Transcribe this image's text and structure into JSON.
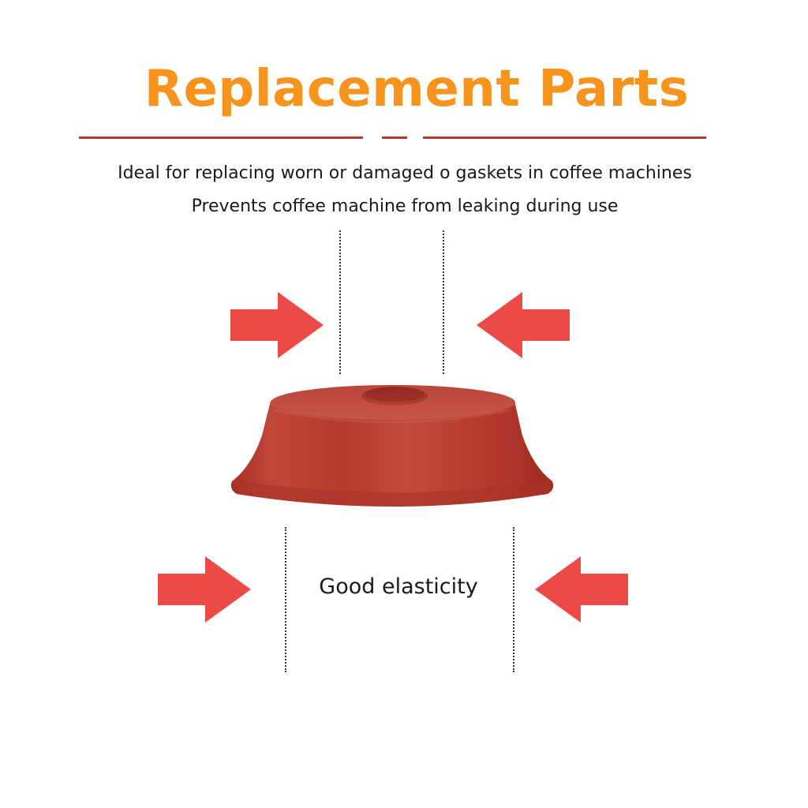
{
  "header": {
    "title": "Replacement Parts"
  },
  "description": {
    "line1": "Ideal for replacing worn or damaged o gaskets in coffee machines",
    "line2": "Prevents coffee machine from leaking during use"
  },
  "caption": "Good elasticity",
  "colors": {
    "title": "#f7941d",
    "divider": "#b03a2e",
    "arrow": "#ec4a47",
    "gasket": "#b2372c"
  },
  "icons": {
    "arrows": [
      "arrow-right-icon",
      "arrow-left-icon"
    ]
  }
}
